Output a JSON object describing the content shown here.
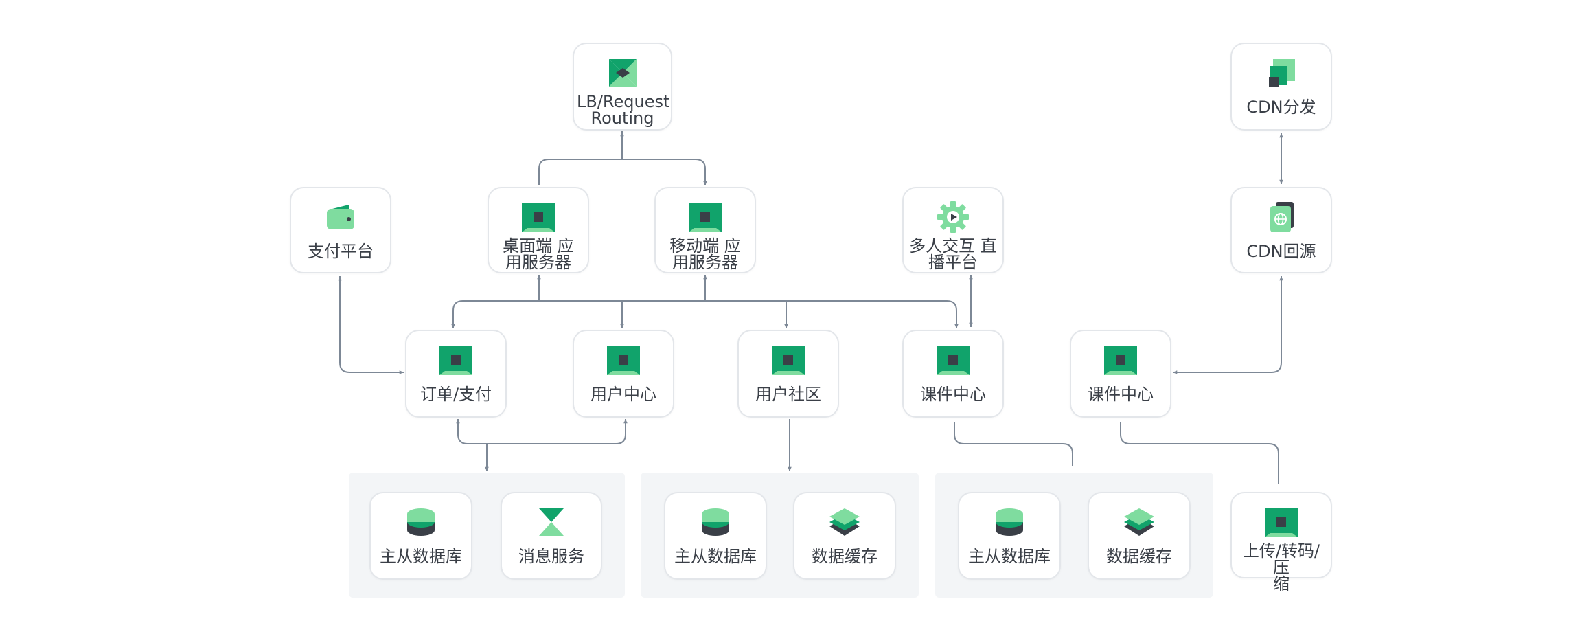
{
  "colors": {
    "green_dark": "#11a36b",
    "green_light": "#7fdc9f",
    "ink": "#3a3f47",
    "connector": "#7d8896",
    "node_border": "#e3e6ea",
    "group_bg": "#f3f5f7"
  },
  "nodes": {
    "lb": {
      "label": "LB/Request\nRouting",
      "icon": "bowtie-icon"
    },
    "cdn_dist": {
      "label": "CDN分发",
      "icon": "stacked-squares-icon"
    },
    "pay_platform": {
      "label": "支付平台",
      "icon": "wallet-icon"
    },
    "desktop_app": {
      "label": "桌面端    应\n用服务器",
      "icon": "server-icon"
    },
    "mobile_app": {
      "label": "移动端    应\n用服务器",
      "icon": "server-icon"
    },
    "live": {
      "label": "多人交互 直\n播平台",
      "icon": "gear-play-icon"
    },
    "cdn_origin": {
      "label": "CDN回源",
      "icon": "passport-globe-icon"
    },
    "order_pay": {
      "label": "订单/支付",
      "icon": "server-icon"
    },
    "user_center": {
      "label": "用户中心",
      "icon": "server-icon"
    },
    "community": {
      "label": "用户社区",
      "icon": "server-icon"
    },
    "courseware_a": {
      "label": "课件中心",
      "icon": "server-icon"
    },
    "courseware_b": {
      "label": "课件中心",
      "icon": "server-icon"
    },
    "db1": {
      "label": "主从数据库",
      "icon": "database-icon"
    },
    "mq": {
      "label": "消息服务",
      "icon": "hourglass-icon"
    },
    "db2": {
      "label": "主从数据库",
      "icon": "database-icon"
    },
    "cache2": {
      "label": "数据缓存",
      "icon": "layers-icon"
    },
    "db3": {
      "label": "主从数据库",
      "icon": "database-icon"
    },
    "cache3": {
      "label": "数据缓存",
      "icon": "layers-icon"
    },
    "upload": {
      "label": "上传/转码/压\n缩",
      "icon": "server-icon"
    }
  }
}
